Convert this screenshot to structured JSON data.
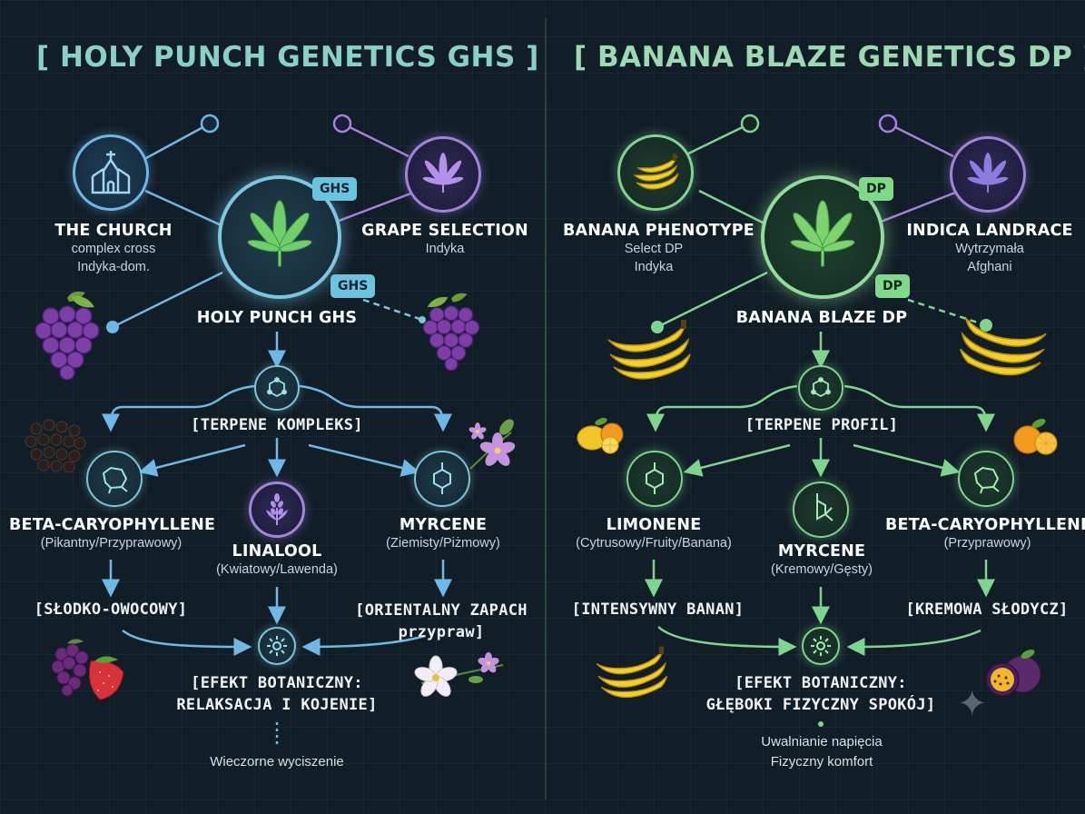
{
  "left": {
    "title": "[ HOLY PUNCH GENETICS GHS ]",
    "parent1": {
      "name": "THE CHURCH",
      "line1": "complex cross",
      "line2": "Indyka-dom."
    },
    "parent2": {
      "name": "GRAPE SELECTION",
      "line1": "Indyka"
    },
    "center": {
      "name": "HOLY PUNCH GHS",
      "tag": "GHS"
    },
    "hub_label": "[TERPENE KOMPLEKS]",
    "terpenes": [
      {
        "name": "BETA-CARYOPHYLLENE",
        "desc": "(Pikantny/Przyprawowy)",
        "result": "[SŁODKO-OWOCOWY]"
      },
      {
        "name": "LINALOOL",
        "desc": "(Kwiatowy/Lawenda)"
      },
      {
        "name": "MYRCENE",
        "desc": "(Ziemisty/Piżmowy)",
        "result": "[ORIENTALNY ZAPACH",
        "result2": "przypraw]"
      }
    ],
    "effect_line1": "[EFEKT BOTANICZNY:",
    "effect_line2": "RELAKSACJA I KOJENIE]",
    "outcome": "Wieczorne wyciszenie"
  },
  "right": {
    "title": "[ BANANA BLAZE GENETICS DP ]",
    "parent1": {
      "name": "BANANA PHENOTYPE",
      "line1": "Select DP",
      "line2": "Indyka"
    },
    "parent2": {
      "name": "INDICA LANDRACE",
      "line1": "Wytrzymała",
      "line2": "Afghani"
    },
    "center": {
      "name": "BANANA BLAZE DP",
      "tag": "DP"
    },
    "hub_label": "[TERPENE PROFIL]",
    "terpenes": [
      {
        "name": "LIMONENE",
        "desc": "(Cytrusowy/Fruity/Banana)",
        "result": "[INTENSYWNY BANAN]"
      },
      {
        "name": "MYRCENE",
        "desc": "(Kremowy/Gęsty)"
      },
      {
        "name": "BETA-CARYOPHYLLENE",
        "desc": "(Przyprawowy)",
        "result": "[KREMOWA SŁODYCZ]"
      }
    ],
    "effect_line1": "[EFEKT BOTANICZNY:",
    "effect_line2": "GŁĘBOKI FIZYCZNY SPOKÓJ]",
    "outcome1": "Uwalnianie napięcia",
    "outcome2": "Fizyczny komfort"
  },
  "colors": {
    "blue": "#6fb8e6",
    "purple": "#a582dd",
    "green": "#7fd58f",
    "teal": "#7ec5d8"
  },
  "icons": [
    "church-icon",
    "cannabis-leaf-icon",
    "molecule-icon",
    "grape-icon",
    "banana-icon",
    "lemon-icon",
    "orange-icon",
    "berry-icon",
    "flower-icon",
    "pepper-icon",
    "sparkle-icon"
  ]
}
